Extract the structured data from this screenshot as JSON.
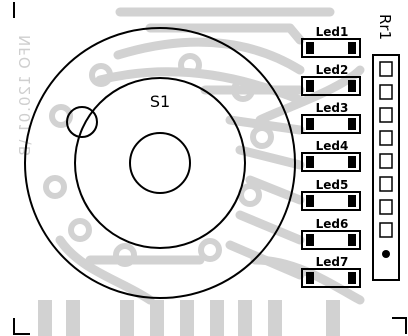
{
  "mirrored_text": "NFO 120.01 \\B",
  "switch": {
    "label": "S1"
  },
  "leds": [
    "Led1",
    "Led2",
    "Led3",
    "Led4",
    "Led5",
    "Led6",
    "Led7"
  ],
  "resistor_network": {
    "label": "Rr1"
  },
  "colors": {
    "ink": "#000000",
    "trace": "#cfcfcf",
    "background": "#ffffff"
  }
}
